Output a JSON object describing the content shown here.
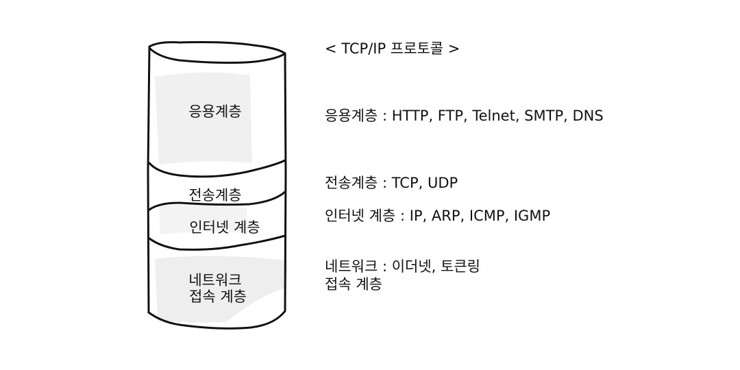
{
  "title": "< TCP/IP 프로토콜 >",
  "stack": {
    "application": "응용계층",
    "transport": "전송계층",
    "internet": "인터넷 계층",
    "network_line1": "네트워크",
    "network_line2": "접속 계층"
  },
  "descriptions": {
    "application": "응용계층 : HTTP, FTP, Telnet, SMTP,  DNS",
    "transport": "전송계층 : TCP, UDP",
    "internet": "인터넷 계층 : IP, ARP, ICMP, IGMP",
    "network_line1": "네트워크 : 이더넷, 토큰링",
    "network_line2": "접속 계층"
  }
}
